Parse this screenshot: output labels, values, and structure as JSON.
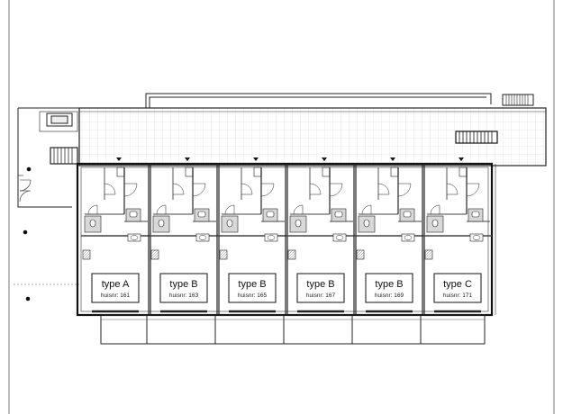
{
  "units": [
    {
      "type": "type A",
      "house": "huisnr: 161"
    },
    {
      "type": "type B",
      "house": "huisnr: 163"
    },
    {
      "type": "type B",
      "house": "huisnr: 165"
    },
    {
      "type": "type B",
      "house": "huisnr: 167"
    },
    {
      "type": "type B",
      "house": "huisnr: 169"
    },
    {
      "type": "type C",
      "house": "huisnr: 171"
    }
  ],
  "colors": {
    "line": "#222222",
    "wall": "#444444",
    "hatch": "#888888",
    "wet_area": "#d8d8d8",
    "grid": "#cfcfcf"
  }
}
